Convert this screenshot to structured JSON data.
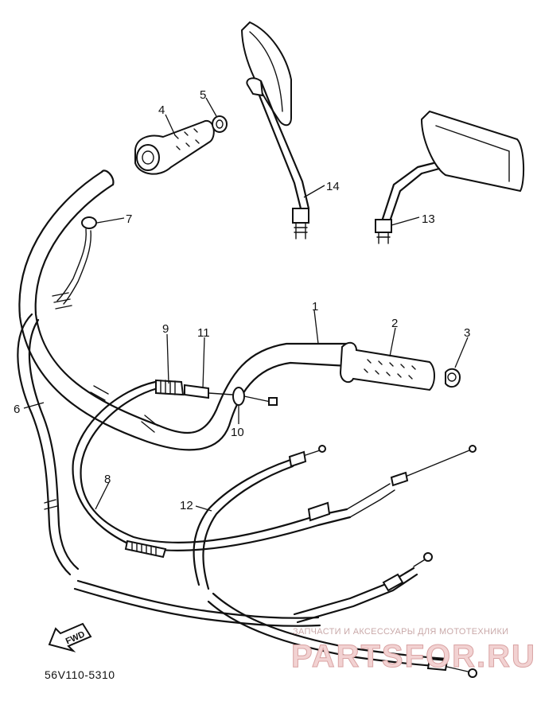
{
  "callouts": {
    "c1": "1",
    "c2": "2",
    "c3": "3",
    "c4": "4",
    "c5": "5",
    "c6": "6",
    "c7": "7",
    "c8": "8",
    "c9": "9",
    "c10": "10",
    "c11": "11",
    "c12": "12",
    "c13": "13",
    "c14": "14"
  },
  "fwd_label": "FWD",
  "diagram_code": "56V110-5310",
  "watermark": {
    "tagline": "ЗАПЧАСТИ И АКСЕССУАРЫ ДЛЯ МОТОТЕХНИКИ",
    "logo": "PARTSFOR.RU"
  }
}
